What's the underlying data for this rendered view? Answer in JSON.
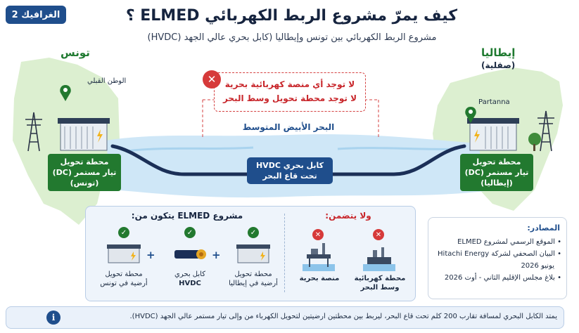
{
  "badge": "الغرافيك 2",
  "title": "كيف يمرّ مشروع الربط الكهربائي ELMED ؟",
  "subtitle": "مشروع الربط الكهربائي بين تونس وإيطاليا (كابل بحري عالي الجهد (HVDC)",
  "left": {
    "country": "تونس",
    "place": "الوطن القبلي",
    "station": [
      "محطة تحويل",
      "تيار مستمر (DC)",
      "(تونس)"
    ]
  },
  "right": {
    "country": "إيطاليا",
    "region": "(صقلية)",
    "place": "Partanna",
    "station": [
      "محطة تحويل",
      "تيار مستمر (DC)",
      "(إيطاليا)"
    ]
  },
  "warning": {
    "line1": "لا توجد أي منصة كهربائية بحرية",
    "line2": "لا توجد محطة تحويل وسط البحر"
  },
  "sea": "البحر الأبيض المتوسط",
  "cable": {
    "line1": "كابل بحري HVDC",
    "line2": "تحت قاع البحر"
  },
  "consists": {
    "heading": "مشروع ELMED يتكون من:",
    "items": [
      {
        "l1": "محطة تحويل",
        "l2": "أرضية في إيطاليا"
      },
      {
        "l1": "كابل بحري",
        "l2": "HVDC"
      },
      {
        "l1": "محطة تحويل",
        "l2": "أرضية في تونس"
      }
    ],
    "plus": "+"
  },
  "excludes": {
    "heading": "ولا يتضمن:",
    "items": [
      {
        "l1": "محطة كهربائية",
        "l2": "وسط البحر"
      },
      {
        "l1": "منصة بحرية",
        "l2": ""
      }
    ]
  },
  "sources": {
    "heading": "المصادر:",
    "items": [
      "الموقع الرسمي لمشروع ELMED",
      "البيان الصحفي لشركة Hitachi Energy",
      "يونيو 2026",
      "بلاغ مجلس الإقليم الثاني - أوت 2026"
    ]
  },
  "footer": "يمتد الكابل البحري لمسافة تقارب 200 كلم تحت قاع البحر، ليربط بين محطتين أرضيتين لتحويل الكهرباء من وإلى تيار مستمر عالي الجهد (HVDC).",
  "colors": {
    "navy": "#1f4e8c",
    "green": "#22792f",
    "red": "#d63a3a",
    "sea": "#cfe7f7"
  }
}
